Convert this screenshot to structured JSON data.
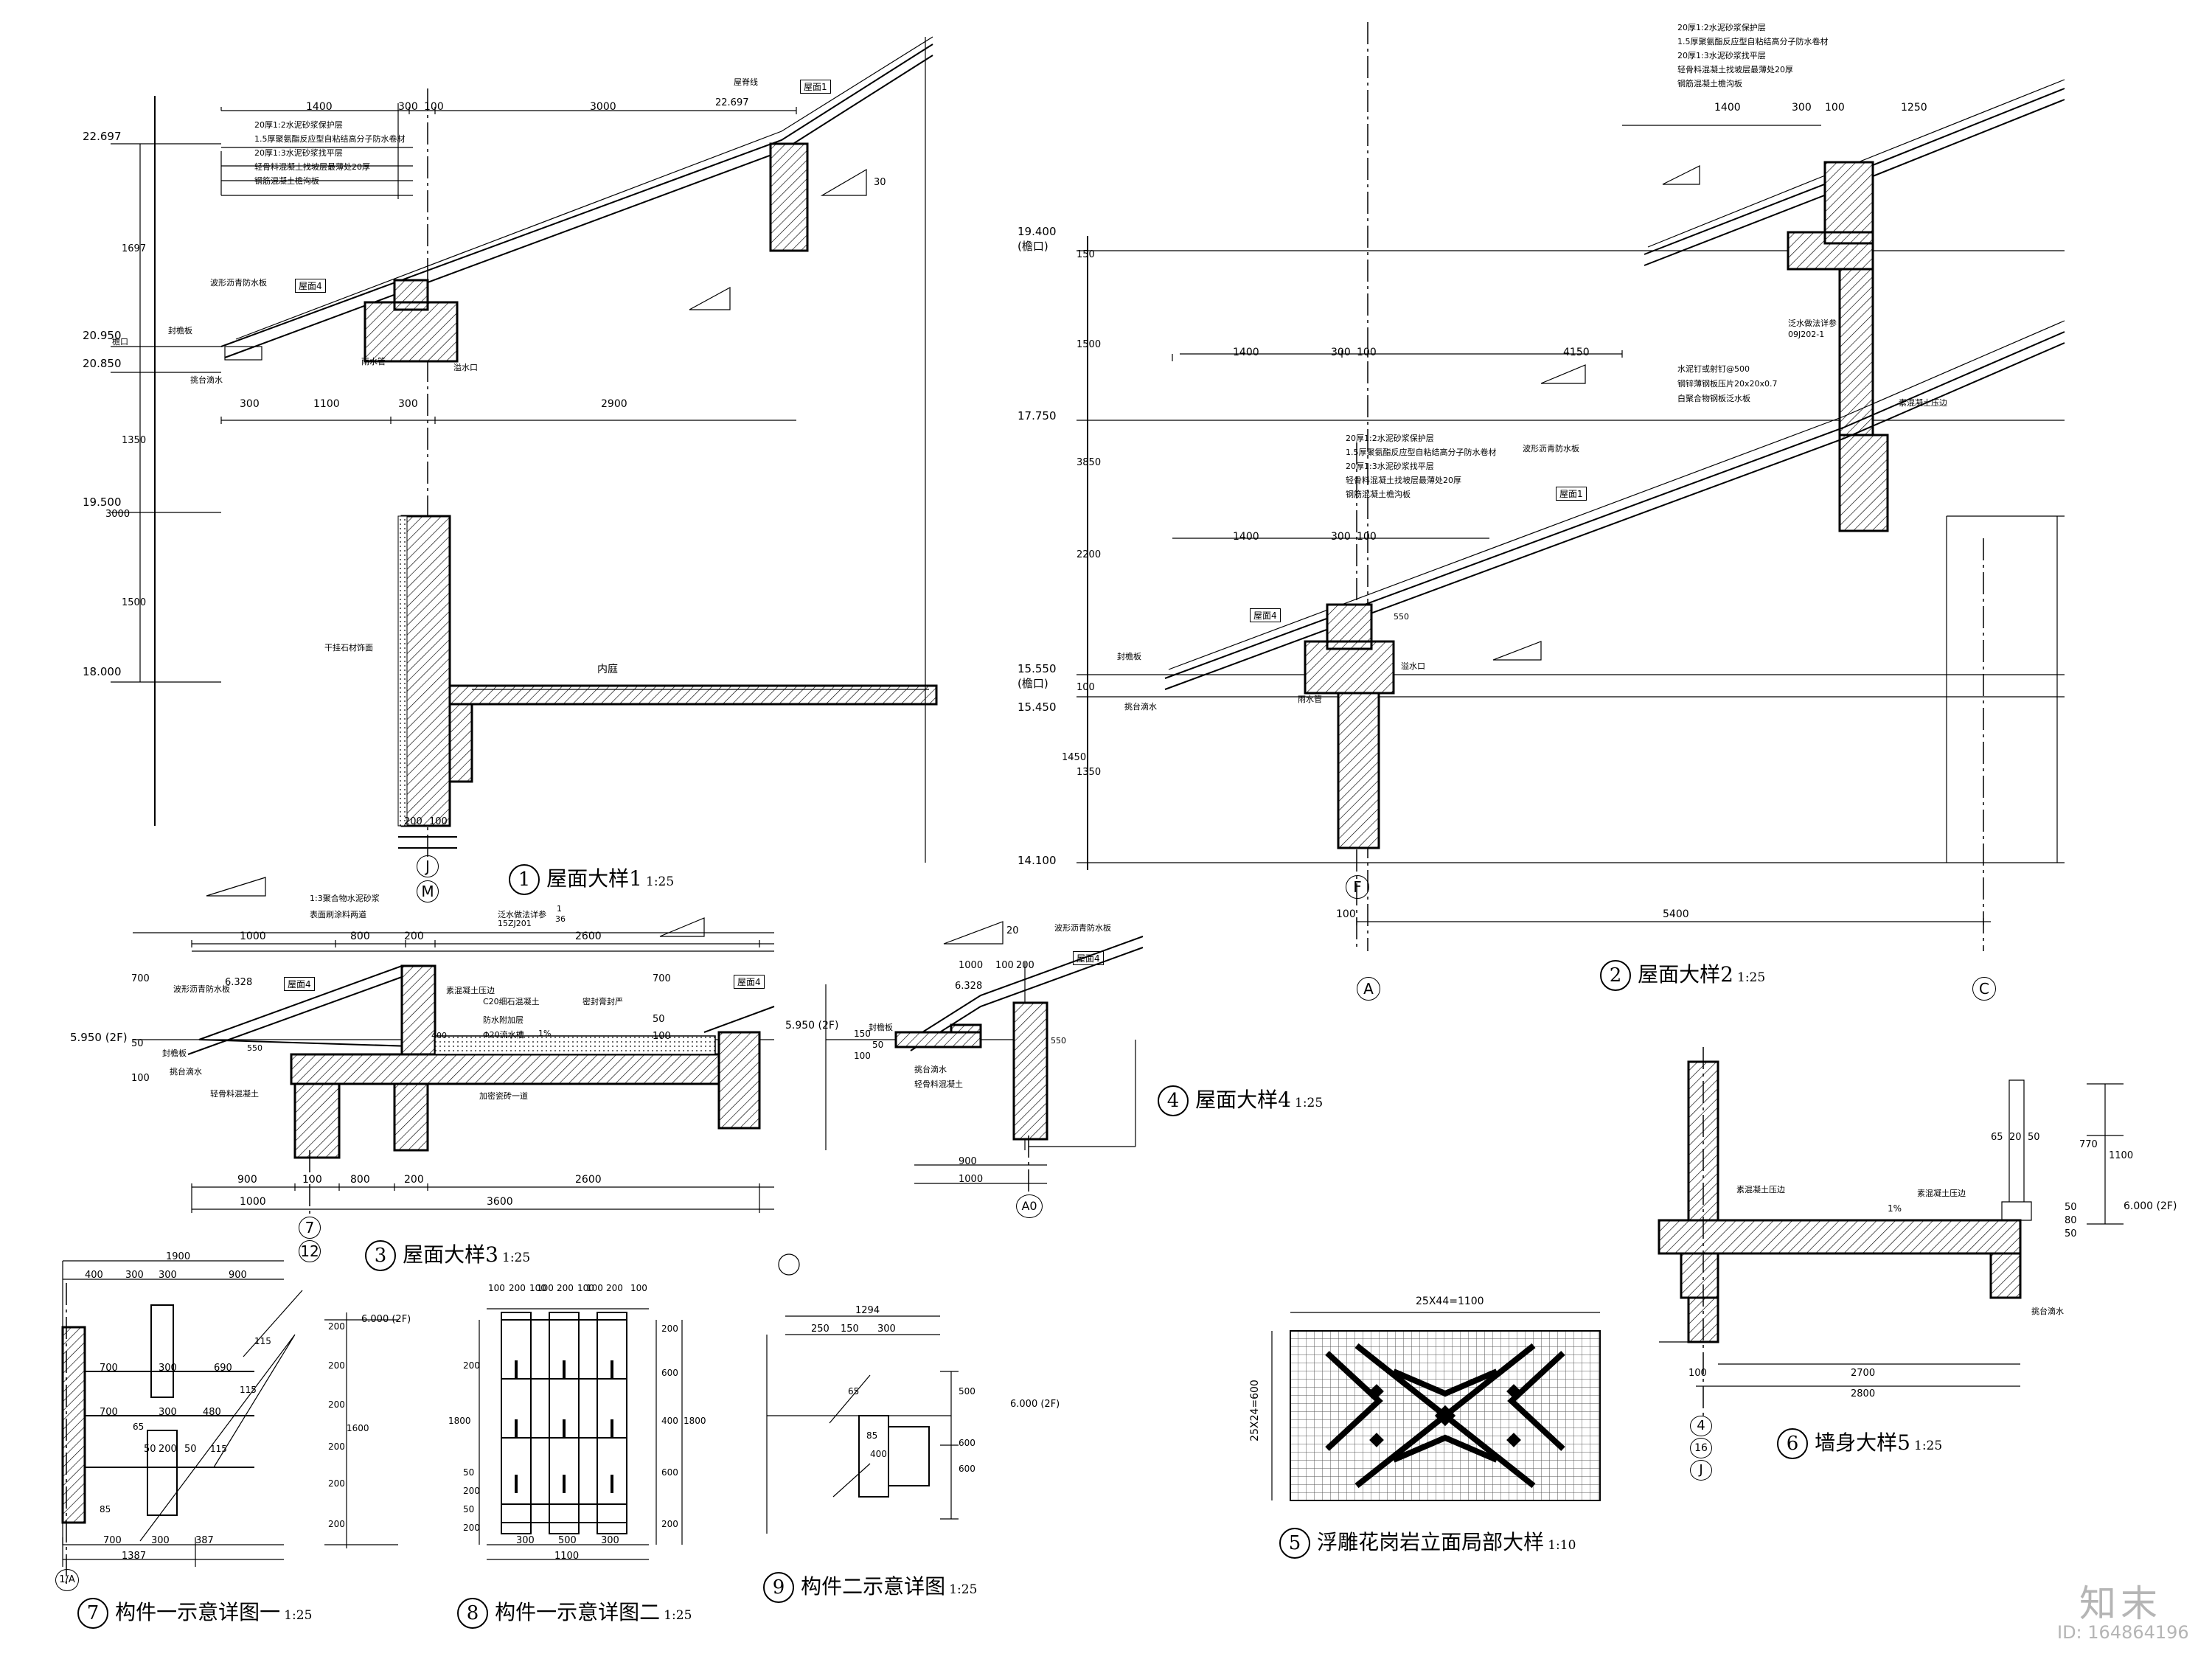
{
  "details": [
    {
      "num": "1",
      "title": "屋面大样1",
      "scale": "1:25"
    },
    {
      "num": "2",
      "title": "屋面大样2",
      "scale": "1:25"
    },
    {
      "num": "3",
      "title": "屋面大样3",
      "scale": "1:25"
    },
    {
      "num": "4",
      "title": "屋面大样4",
      "scale": "1:25"
    },
    {
      "num": "5",
      "title": "浮雕花岗岩立面局部大样",
      "scale": "1:10"
    },
    {
      "num": "6",
      "title": "墙身大样5",
      "scale": "1:25"
    },
    {
      "num": "7",
      "title": "构件一示意详图一",
      "scale": "1:25"
    },
    {
      "num": "8",
      "title": "构件一示意详图二",
      "scale": "1:25"
    },
    {
      "num": "9",
      "title": "构件二示意详图",
      "scale": "1:25"
    }
  ],
  "d1": {
    "elev": [
      "22.697",
      "20.950",
      "20.850",
      "19.500",
      "18.000"
    ],
    "elev_note": "22.697",
    "dims_top": [
      "1400",
      "300",
      "100",
      "3000"
    ],
    "dims_bottom": [
      "300",
      "1100",
      "300",
      "2900"
    ],
    "dims_left": [
      "1697",
      "1350",
      "3000",
      "1500"
    ],
    "dims_base": [
      "200",
      "100"
    ],
    "layers": [
      "20厚1:2水泥砂浆保护层",
      "1.5厚聚氨酯反应型自粘结高分子防水卷材",
      "20厚1:3水泥砂浆找平层",
      "轻骨料混凝土找坡层最薄处20厚",
      "钢筋混凝土檐沟板"
    ],
    "tags": [
      "屋面1",
      "屋面4"
    ],
    "notes": [
      "波形沥青防水板",
      "檐口",
      "封檐板",
      "挑台滴水",
      "雨水管",
      "溢水口",
      "屋脊线",
      "干挂石材饰面",
      "内庭"
    ],
    "slope": "30",
    "axis": [
      "J",
      "M"
    ]
  },
  "d2": {
    "elev": [
      "19.400 (檐口)",
      "17.750",
      "15.550 (檐口)",
      "15.450",
      "14.100"
    ],
    "dims_top": [
      "1400",
      "300",
      "100",
      "1250"
    ],
    "dims_mid": [
      "1400",
      "300",
      "100",
      "4150"
    ],
    "dims_low": [
      "1400",
      "300",
      "100"
    ],
    "dims_left": [
      "150",
      "1500",
      "3850",
      "2200",
      "100",
      "1350",
      "1450"
    ],
    "dims_bottom": [
      "100",
      "5400"
    ],
    "layers": [
      "20厚1:2水泥砂浆保护层",
      "1.5厚聚氨酯反应型自粘结高分子防水卷材",
      "20厚1:3水泥砂浆找平层",
      "轻骨料混凝土找坡层最薄处20厚",
      "钢筋混凝土檐沟板"
    ],
    "notes": [
      "波形沥青防水板",
      "封檐板",
      "挑台滴水",
      "雨水管",
      "溢水口",
      "素混凝土压边",
      "泛水做法详参",
      "09J202-1",
      "水泥钉或射钉@500",
      "钢锌薄钢板压片20x20x0.7",
      "白聚合物钢板泛水板",
      "550"
    ],
    "tags": [
      "屋面1",
      "屋面4"
    ],
    "axis": [
      "F",
      "A",
      "C"
    ]
  },
  "d3": {
    "elev": [
      "5.950 (2F)",
      "6.328"
    ],
    "dims_top": [
      "1000",
      "800",
      "200",
      "2600"
    ],
    "dims_bottom1": [
      "900",
      "100",
      "800",
      "200",
      "2600"
    ],
    "dims_bottom2": [
      "1000",
      "3600"
    ],
    "dims_left": [
      "700",
      "50",
      "100"
    ],
    "dims_right": [
      "700",
      "50",
      "100"
    ],
    "ref": [
      "1",
      "36",
      "15ZJ201",
      "泛水做法详参"
    ],
    "notes": [
      "1:3聚合物水泥砂浆",
      "表面刷涂料两道",
      "素混凝土压边",
      "C20细石混凝土",
      "防水附加层",
      "Φ20流水槽",
      "1%",
      "密封膏封严",
      "加密瓷砖一道",
      "波形沥青防水板",
      "封檐板",
      "挑台滴水",
      "轻骨料混凝土",
      "550",
      "400"
    ],
    "tags": [
      "屋面4",
      "屋面4"
    ],
    "axis": [
      "7",
      "12"
    ]
  },
  "d4": {
    "elev": [
      "5.950 (2F)",
      "6.328"
    ],
    "dims_top": [
      "1000",
      "100",
      "200"
    ],
    "dims_bottom": [
      "900",
      "1000"
    ],
    "dims_left": [
      "150",
      "100",
      "50"
    ],
    "notes": [
      "波形沥青防水板",
      "封檐板",
      "挑台滴水",
      "轻骨料混凝土",
      "550"
    ],
    "tags": [
      "屋面4"
    ],
    "slope": "20",
    "axis": [
      "A0"
    ]
  },
  "d5": {
    "dim_top": "25X44=1100",
    "dim_left": "25X24=600"
  },
  "d6": {
    "elev": "6.000 (2F)",
    "dims_right": [
      "770",
      "1100",
      "50",
      "80",
      "50"
    ],
    "dims_small": [
      "65",
      "20",
      "50"
    ],
    "dims_bottom": [
      "100",
      "2700",
      "2800"
    ],
    "notes": [
      "素混凝土压边",
      "素混凝土压边",
      "挑台滴水"
    ],
    "slope": "1%",
    "axis": [
      "4",
      "16",
      "J"
    ]
  },
  "d7": {
    "elev": "6.000 (2F)",
    "dims_top": [
      "1900",
      "400",
      "300",
      "300",
      "900"
    ],
    "rows": [
      "700",
      "300",
      "690",
      "700",
      "300",
      "480",
      "50",
      "200",
      "50"
    ],
    "dims_right": [
      "200",
      "200",
      "200",
      "1600",
      "200",
      "200",
      "200"
    ],
    "dims_bottom": [
      "700",
      "300",
      "387",
      "1387"
    ],
    "misc": [
      "115",
      "115",
      "115",
      "85",
      "65"
    ],
    "axis": "1/A"
  },
  "d8": {
    "dims_top": [
      "100",
      "200",
      "100",
      "100",
      "200",
      "100",
      "100",
      "200",
      "100"
    ],
    "dims_left": [
      "1800",
      "200",
      "50",
      "200",
      "50",
      "200"
    ],
    "dims_right": [
      "200",
      "600",
      "400",
      "600",
      "200",
      "1800"
    ],
    "dims_bottom": [
      "300",
      "500",
      "300",
      "1100"
    ]
  },
  "d9": {
    "dims_top": [
      "1294",
      "250",
      "150",
      "300"
    ],
    "dims_right": [
      "500",
      "600",
      "400",
      "600"
    ],
    "elev": "6.000 (2F)",
    "misc": [
      "65",
      "85"
    ]
  },
  "watermark": {
    "brand": "知末",
    "id": "ID: 164864196"
  }
}
